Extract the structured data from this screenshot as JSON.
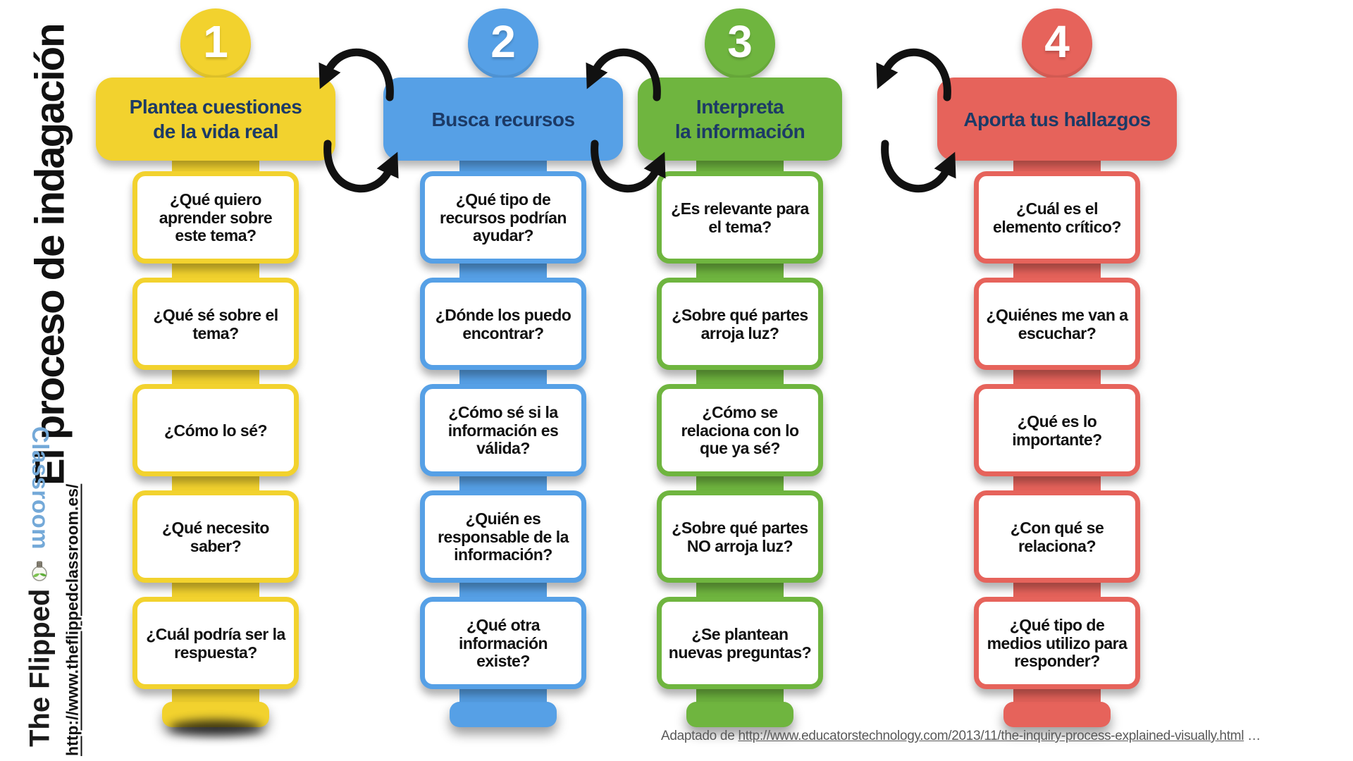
{
  "page": {
    "title_vertical": "El proceso de indagación",
    "background": "#FFFFFF"
  },
  "logo": {
    "line_black": "The Flipped",
    "line_blue_flipped": "Classroom",
    "bulb_icon": "lightbulb-icon",
    "url": "http://www.theflippedclassroom.es/",
    "blue": "#74A9D8"
  },
  "caption": {
    "prefix": "Adaptado de ",
    "link": "http://www.educatorstechnology.com/2013/11/the-inquiry-process-explained-visually.html",
    "suffix": " …"
  },
  "colors": {
    "header_text": "#1C3A66",
    "arrow": "#111111",
    "card_text": "#111111",
    "caption_text": "#595959"
  },
  "columns": [
    {
      "number": "1",
      "color": "#F2D22E",
      "title_lines": [
        "Plantea cuestiones",
        "de la vida real"
      ],
      "cards": [
        "¿Qué quiero aprender sobre este tema?",
        "¿Qué sé sobre el tema?",
        "¿Cómo lo sé?",
        "¿Qué necesito saber?",
        "¿Cuál podría ser la respuesta?"
      ]
    },
    {
      "number": "2",
      "color": "#56A0E6",
      "title_lines": [
        "Busca recursos"
      ],
      "cards": [
        "¿Qué tipo de recursos podrían ayudar?",
        "¿Dónde los puedo encontrar?",
        "¿Cómo sé si la información es válida?",
        "¿Quién es responsable de la información?",
        "¿Qué otra información existe?"
      ]
    },
    {
      "number": "3",
      "color": "#6FB53F",
      "title_lines": [
        "Interpreta",
        "la información"
      ],
      "cards": [
        "¿Es relevante para el tema?",
        "¿Sobre qué partes arroja luz?",
        "¿Cómo se relaciona con lo que ya sé?",
        "¿Sobre qué partes NO arroja luz?",
        "¿Se plantean nuevas preguntas?"
      ]
    },
    {
      "number": "4",
      "color": "#E6635B",
      "title_lines": [
        "Aporta tus hallazgos"
      ],
      "cards": [
        "¿Cuál es el elemento crítico?",
        "¿Quiénes me van a escuchar?",
        "¿Qué es lo importante?",
        "¿Con qué se relaciona?",
        "¿Qué tipo de medios utilizo para responder?"
      ]
    }
  ]
}
